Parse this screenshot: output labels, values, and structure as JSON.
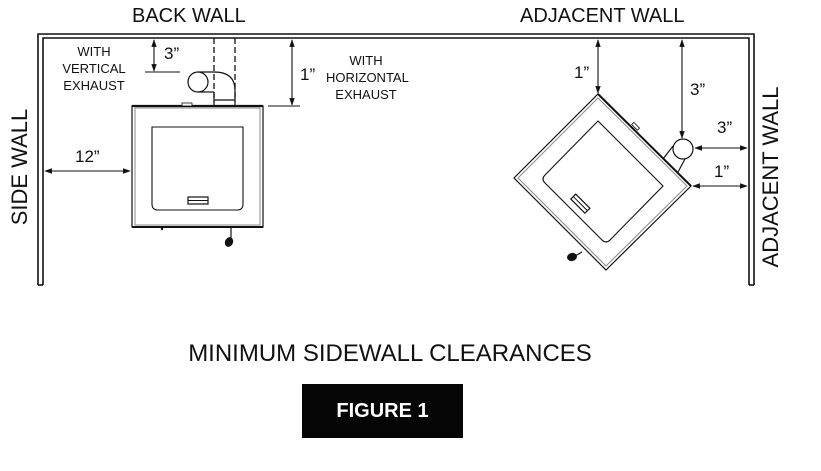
{
  "figure": {
    "walls": {
      "back_wall": "BACK WALL",
      "adjacent_wall_top": "ADJACENT WALL",
      "side_wall": "SIDE WALL",
      "adjacent_wall_right": "ADJACENT WALL"
    },
    "left_stove": {
      "vertical_exhaust_note": [
        "WITH",
        "VERTICAL",
        "EXHAUST"
      ],
      "horizontal_exhaust_note": [
        "WITH",
        "HORIZONTAL",
        "EXHAUST"
      ],
      "clearance_vertical_exhaust": "3”",
      "clearance_horizontal_exhaust": "1”",
      "clearance_side_wall": "12”"
    },
    "corner_stove": {
      "clearance_top_corner": "1”",
      "clearance_pipe_top": "3”",
      "clearance_pipe_side": "3”",
      "clearance_side_corner": "1”"
    },
    "caption": "MINIMUM SIDEWALL CLEARANCES",
    "figure_label": "FIGURE 1",
    "colors": {
      "line": "#111111",
      "label_bg": "#050505",
      "label_text": "#ffffff"
    }
  }
}
